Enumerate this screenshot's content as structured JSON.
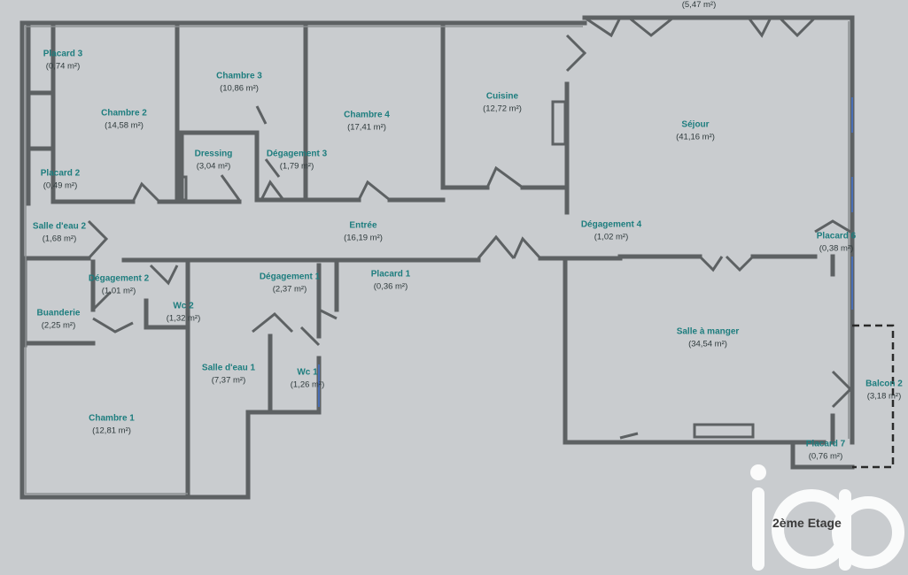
{
  "floor_label": "2ème Etage",
  "logo_text": "iad",
  "rooms": {
    "placard3": {
      "name": "Placard 3",
      "area": "(0,74 m²)"
    },
    "chambre2": {
      "name": "Chambre 2",
      "area": "(14,58 m²)"
    },
    "chambre3": {
      "name": "Chambre 3",
      "area": "(10,86 m²)"
    },
    "chambre4": {
      "name": "Chambre 4",
      "area": "(17,41 m²)"
    },
    "cuisine": {
      "name": "Cuisine",
      "area": "(12,72 m²)"
    },
    "sejour": {
      "name": "Séjour",
      "area": "(41,16 m²)"
    },
    "dressing": {
      "name": "Dressing",
      "area": "(3,04 m²)"
    },
    "degagement3": {
      "name": "Dégagement 3",
      "area": "(1,79 m²)"
    },
    "placard2": {
      "name": "Placard 2",
      "area": "(0,49 m²)"
    },
    "salle_eau2": {
      "name": "Salle d'eau 2",
      "area": "(1,68 m²)"
    },
    "entree": {
      "name": "Entrée",
      "area": "(16,19 m²)"
    },
    "degagement4": {
      "name": "Dégagement 4",
      "area": "(1,02 m²)"
    },
    "placard6": {
      "name": "Placard 6",
      "area": "(0,38 m²)"
    },
    "degagement2": {
      "name": "Dégagement 2",
      "area": "(1,01 m²)"
    },
    "degagement1": {
      "name": "Dégagement 1",
      "area": "(2,37 m²)"
    },
    "placard1": {
      "name": "Placard 1",
      "area": "(0,36 m²)"
    },
    "buanderie": {
      "name": "Buanderie",
      "area": "(2,25 m²)"
    },
    "wc2": {
      "name": "Wc 2",
      "area": "(1,32 m²)"
    },
    "salle_a_manger": {
      "name": "Salle à manger",
      "area": "(34,54 m²)"
    },
    "salle_eau1": {
      "name": "Salle d'eau 1",
      "area": "(7,37 m²)"
    },
    "wc1": {
      "name": "Wc 1",
      "area": "(1,26 m²)"
    },
    "balcon2": {
      "name": "Balcon 2",
      "area": "(3,18 m²)"
    },
    "chambre1": {
      "name": "Chambre 1",
      "area": "(12,81 m²)"
    },
    "placard7": {
      "name": "Placard 7",
      "area": "(0,76 m²)"
    },
    "balcon_top": {
      "name": "",
      "area": "(5,47 m²)"
    }
  },
  "colors": {
    "background": "#c9cccf",
    "wall": "#5d6163",
    "wall_fill": "#8a8e90",
    "label": "#1d7d7e",
    "area_text": "#2f3a3c",
    "window": "#4a6fb5"
  }
}
